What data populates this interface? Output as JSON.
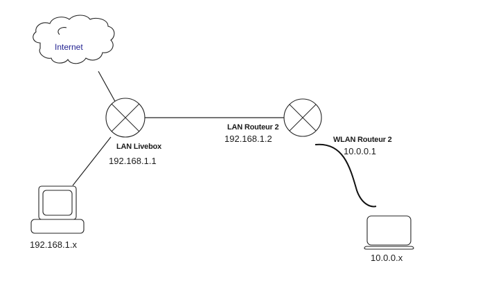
{
  "diagram": {
    "cloud": {
      "label": "Internet",
      "label_color": "#1f1f8f"
    },
    "routers": [
      {
        "id": "livebox",
        "name": "LAN Livebox",
        "ip": "192.168.1.1"
      },
      {
        "id": "routeur2",
        "name": "LAN Routeur 2",
        "ip": "192.168.1.2"
      }
    ],
    "wlan": {
      "name": "WLAN Routeur 2",
      "ip": "10.0.0.1"
    },
    "hosts": [
      {
        "id": "desktop",
        "type": "desktop-computer",
        "ip": "192.168.1.x"
      },
      {
        "id": "laptop",
        "type": "laptop-computer",
        "ip": "10.0.0.x"
      }
    ],
    "links": [
      {
        "from": "internet",
        "to": "livebox",
        "type": "wired"
      },
      {
        "from": "livebox",
        "to": "routeur2",
        "type": "wired"
      },
      {
        "from": "livebox",
        "to": "desktop",
        "type": "wired"
      },
      {
        "from": "routeur2",
        "to": "laptop",
        "type": "wireless"
      }
    ]
  }
}
